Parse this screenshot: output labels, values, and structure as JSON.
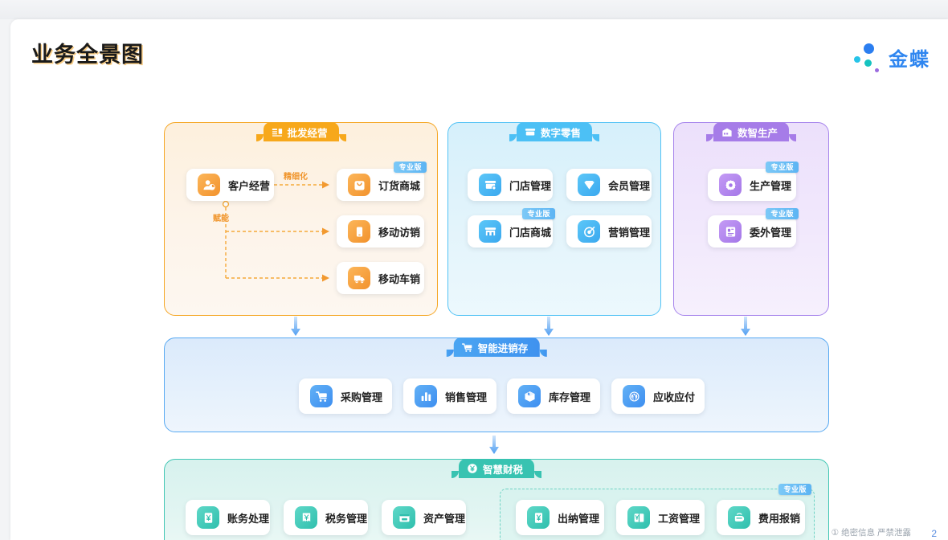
{
  "window": {
    "topbar_color": "#eff1f4",
    "page_bg": "#ffffff"
  },
  "header": {
    "title": "业务全景图",
    "brand_text": "金蝶",
    "brand_color": "#2f86f0"
  },
  "pro_badge_label": "专业版",
  "panels": [
    {
      "id": "wholesale",
      "title": "批发经营",
      "icon": "shop-counter-icon",
      "color": "#f7a81b",
      "cards": [
        {
          "label": "客户经营",
          "icon": "customer-icon",
          "pro": false
        },
        {
          "label": "订货商城",
          "icon": "order-mall-icon",
          "pro": true
        },
        {
          "label": "移动访销",
          "icon": "mobile-visit-icon",
          "pro": false
        },
        {
          "label": "移动车销",
          "icon": "mobile-van-icon",
          "pro": false
        }
      ],
      "connectors": [
        {
          "label": "精细化"
        },
        {
          "label": "赋能"
        }
      ]
    },
    {
      "id": "retail",
      "title": "数字零售",
      "icon": "storefront-icon",
      "color": "#4cc0f5",
      "cards": [
        {
          "label": "门店管理",
          "icon": "store-manage-icon",
          "pro": false
        },
        {
          "label": "会员管理",
          "icon": "member-diamond-icon",
          "pro": false
        },
        {
          "label": "门店商城",
          "icon": "store-mall-icon",
          "pro": true
        },
        {
          "label": "营销管理",
          "icon": "marketing-target-icon",
          "pro": false
        }
      ],
      "connectors": []
    },
    {
      "id": "manufacturing",
      "title": "数智生产",
      "icon": "factory-icon",
      "color": "#a67ce8",
      "cards": [
        {
          "label": "生产管理",
          "icon": "gear-icon",
          "pro": true
        },
        {
          "label": "委外管理",
          "icon": "outsource-doc-icon",
          "pro": true
        }
      ],
      "connectors": []
    },
    {
      "id": "inventory",
      "title": "智能进销存",
      "icon": "cart-icon",
      "color": "#4098f1",
      "cards": [
        {
          "label": "采购管理",
          "icon": "purchase-cart-icon",
          "pro": false
        },
        {
          "label": "销售管理",
          "icon": "sales-bars-icon",
          "pro": false
        },
        {
          "label": "库存管理",
          "icon": "box-icon",
          "pro": false
        },
        {
          "label": "应收应付",
          "icon": "payable-coin-icon",
          "pro": false
        }
      ],
      "connectors": []
    },
    {
      "id": "finance",
      "title": "智慧财税",
      "icon": "yuan-circle-icon",
      "color": "#38c3b1",
      "cards": [
        {
          "label": "账务处理",
          "icon": "ledger-icon",
          "pro": false
        },
        {
          "label": "税务管理",
          "icon": "tax-icon",
          "pro": false
        },
        {
          "label": "资产管理",
          "icon": "asset-icon",
          "pro": false
        },
        {
          "label": "出纳管理",
          "icon": "cashier-icon",
          "pro": false
        },
        {
          "label": "工资管理",
          "icon": "payroll-icon",
          "pro": false
        },
        {
          "label": "费用报销",
          "icon": "expense-icon",
          "pro": false
        }
      ],
      "group_pro": true,
      "connectors": []
    }
  ],
  "footer": {
    "note": "① 绝密信息 严禁泄露",
    "page_number": "2"
  }
}
